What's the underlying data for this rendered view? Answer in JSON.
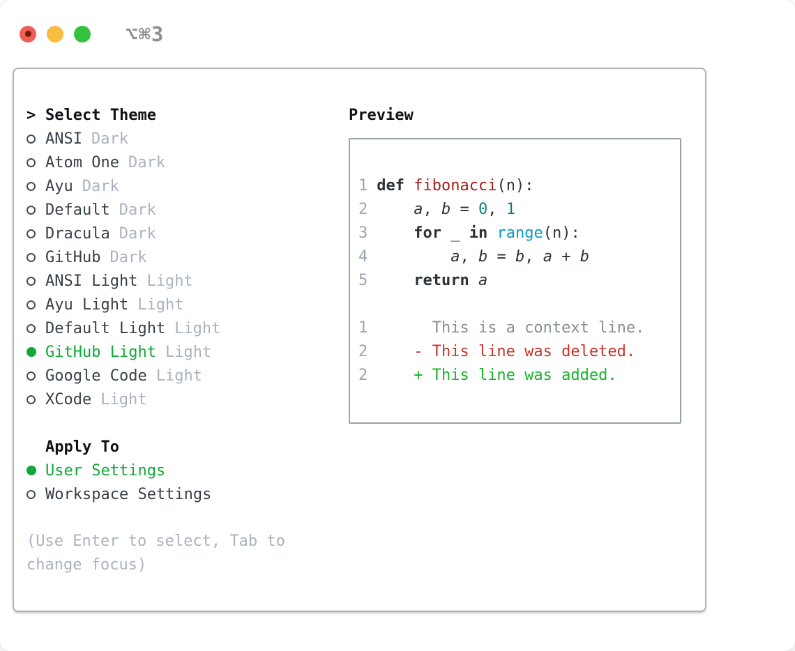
{
  "window": {
    "title_shortcut": "⌥⌘3",
    "traffic_lights": [
      {
        "name": "close",
        "color": "#ee5f55",
        "inner_dot_color": "#7c170d"
      },
      {
        "name": "minimize",
        "color": "#f6be40"
      },
      {
        "name": "zoom",
        "color": "#33c13e"
      }
    ]
  },
  "theme_picker": {
    "prompt": "> ",
    "title": "Select Theme",
    "items": [
      {
        "label": "ANSI",
        "variant": "Dark",
        "selected": false
      },
      {
        "label": "Atom One",
        "variant": "Dark",
        "selected": false
      },
      {
        "label": "Ayu",
        "variant": "Dark",
        "selected": false
      },
      {
        "label": "Default",
        "variant": "Dark",
        "selected": false
      },
      {
        "label": "Dracula",
        "variant": "Dark",
        "selected": false
      },
      {
        "label": "GitHub",
        "variant": "Dark",
        "selected": false
      },
      {
        "label": "ANSI Light",
        "variant": "Light",
        "selected": false
      },
      {
        "label": "Ayu Light",
        "variant": "Light",
        "selected": false
      },
      {
        "label": "Default Light",
        "variant": "Light",
        "selected": false
      },
      {
        "label": "GitHub Light",
        "variant": "Light",
        "selected": true
      },
      {
        "label": "Google Code",
        "variant": "Light",
        "selected": false
      },
      {
        "label": "XCode",
        "variant": "Light",
        "selected": false
      }
    ],
    "apply_to": {
      "title": "Apply To",
      "options": [
        {
          "label": "User Settings",
          "selected": true
        },
        {
          "label": "Workspace Settings",
          "selected": false
        }
      ]
    },
    "hint": "(Use Enter to select, Tab to change focus)"
  },
  "preview": {
    "title": "Preview",
    "code_lines": [
      {
        "num": "1",
        "tokens": [
          {
            "t": "def",
            "c": "kw"
          },
          {
            "t": " ",
            "c": "plain"
          },
          {
            "t": "fibonacci",
            "c": "func"
          },
          {
            "t": "(n):",
            "c": "plain"
          }
        ]
      },
      {
        "num": "2",
        "tokens": [
          {
            "t": "    ",
            "c": "plain"
          },
          {
            "t": "a",
            "c": "var"
          },
          {
            "t": ", ",
            "c": "plain"
          },
          {
            "t": "b",
            "c": "var"
          },
          {
            "t": " = ",
            "c": "plain"
          },
          {
            "t": "0",
            "c": "num"
          },
          {
            "t": ", ",
            "c": "plain"
          },
          {
            "t": "1",
            "c": "num"
          }
        ]
      },
      {
        "num": "3",
        "tokens": [
          {
            "t": "    ",
            "c": "plain"
          },
          {
            "t": "for",
            "c": "kw"
          },
          {
            "t": " _ ",
            "c": "plain"
          },
          {
            "t": "in",
            "c": "kw"
          },
          {
            "t": " ",
            "c": "plain"
          },
          {
            "t": "range",
            "c": "builtin"
          },
          {
            "t": "(n):",
            "c": "plain"
          }
        ]
      },
      {
        "num": "4",
        "tokens": [
          {
            "t": "        ",
            "c": "plain"
          },
          {
            "t": "a",
            "c": "var"
          },
          {
            "t": ", ",
            "c": "plain"
          },
          {
            "t": "b",
            "c": "var"
          },
          {
            "t": " = ",
            "c": "plain"
          },
          {
            "t": "b",
            "c": "var"
          },
          {
            "t": ", ",
            "c": "plain"
          },
          {
            "t": "a",
            "c": "var"
          },
          {
            "t": " + ",
            "c": "plain"
          },
          {
            "t": "b",
            "c": "var"
          }
        ]
      },
      {
        "num": "5",
        "tokens": [
          {
            "t": "    ",
            "c": "plain"
          },
          {
            "t": "return",
            "c": "kw"
          },
          {
            "t": " ",
            "c": "plain"
          },
          {
            "t": "a",
            "c": "var"
          }
        ]
      },
      {
        "num": "",
        "tokens": []
      },
      {
        "num": "1",
        "tokens": [
          {
            "t": "      This is a context line.",
            "c": "context"
          }
        ]
      },
      {
        "num": "2",
        "tokens": [
          {
            "t": "    - This line was deleted.",
            "c": "del"
          }
        ]
      },
      {
        "num": "2",
        "tokens": [
          {
            "t": "    + This line was added.",
            "c": "add"
          }
        ]
      }
    ]
  },
  "colors": {
    "accent_green": "#10a837",
    "text_primary": "#383f47",
    "heading_text": "#101418",
    "muted_gray": "#a9b2bf",
    "panel_border": "#a9b1bb",
    "preview_border": "#98a2ac",
    "code_plain": "#2b3137",
    "code_function": "#a71d1a",
    "code_number": "#0d7d7e",
    "code_builtin": "#0599c6",
    "line_number": "#9aa5b3",
    "diff_context": "#868e96",
    "diff_deleted": "#cb3227",
    "diff_added": "#16b429",
    "titlebar_text": "#8e9093"
  }
}
